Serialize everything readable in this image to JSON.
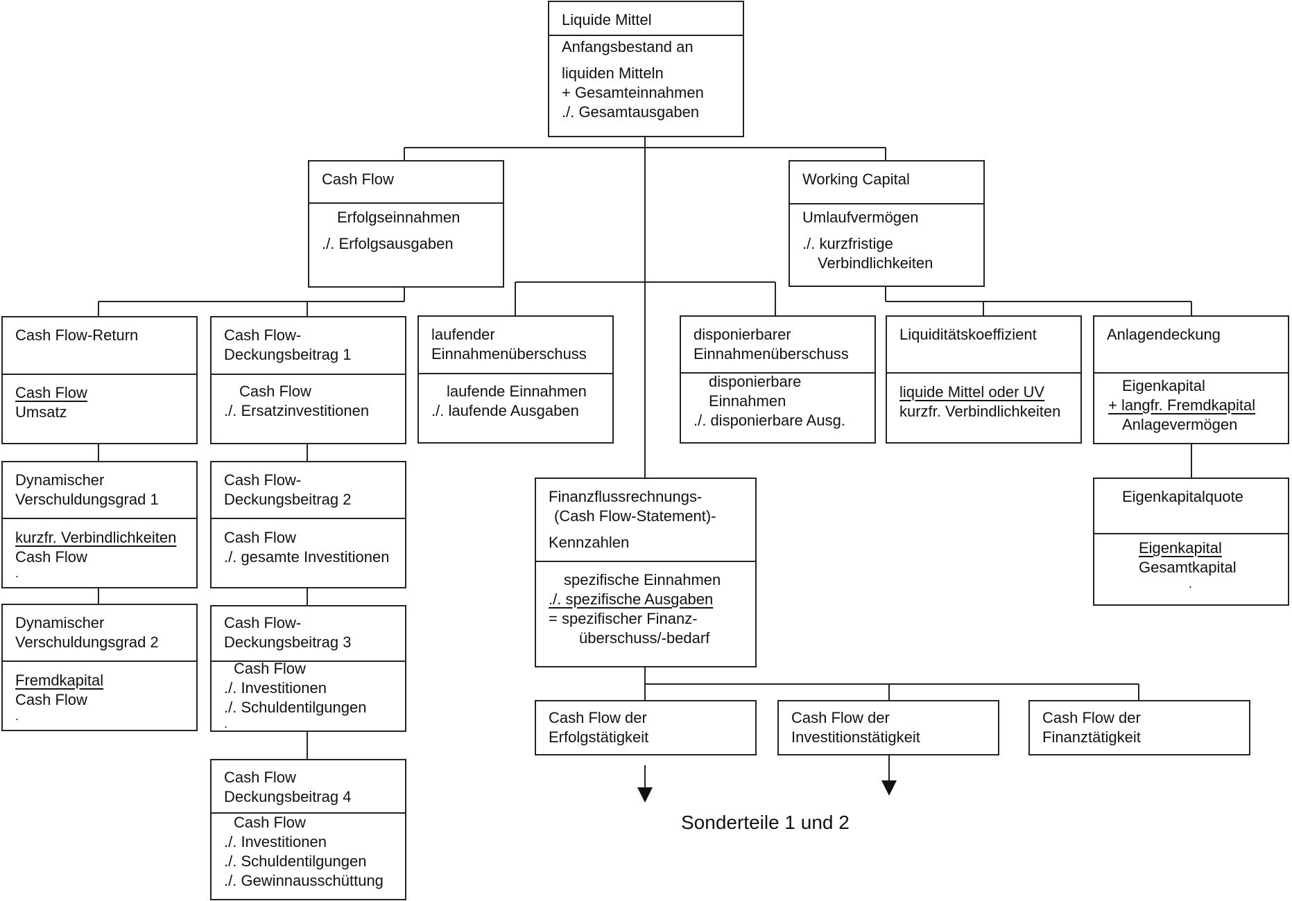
{
  "liquide_mittel": {
    "title": "Liquide Mittel",
    "lines": [
      "Anfangsbestand an",
      "liquiden Mitteln",
      "+ Gesamteinnahmen",
      "./. Gesamtausgaben"
    ]
  },
  "cash_flow": {
    "title": "Cash Flow",
    "lines": [
      "Erfolgseinnahmen",
      "./. Erfolgsausgaben"
    ]
  },
  "working_capital": {
    "title": "Working Capital",
    "lines": [
      "Umlaufvermögen",
      "./. kurzfristige",
      "Verbindlichkeiten"
    ]
  },
  "cash_flow_return": {
    "title": "Cash Flow-Return",
    "lines": [
      "Cash Flow",
      "Umsatz"
    ]
  },
  "deckungsbeitrag_1": {
    "title": [
      "Cash Flow-",
      "Deckungsbeitrag 1"
    ],
    "lines": [
      "Cash Flow",
      "./.  Ersatzinvestitionen"
    ]
  },
  "laufender_ueberschuss": {
    "title": [
      "laufender",
      "Einnahmenüberschuss"
    ],
    "lines": [
      "laufende Einnahmen",
      "./. laufende Ausgaben"
    ]
  },
  "disponierbarer_ueberschuss": {
    "title": [
      "disponierbarer",
      "Einnahmenüberschuss"
    ],
    "lines": [
      "disponierbare",
      "Einnahmen",
      "./. disponierbare Ausg."
    ]
  },
  "liquiditaetskoeffizient": {
    "title": "Liquiditätskoeffizient",
    "lines": [
      "liquide Mittel oder UV",
      "kurzfr. Verbindlichkeiten"
    ]
  },
  "anlagendeckung": {
    "title": "Anlagendeckung",
    "lines": [
      "Eigenkapital",
      "+ langfr. Fremdkapital",
      "Anlagevermögen"
    ]
  },
  "verschuldungsgrad_1": {
    "title": [
      "Dynamischer",
      "Verschuldungsgrad 1"
    ],
    "lines": [
      "kurzfr. Verbindlichkeiten",
      "Cash Flow",
      "."
    ]
  },
  "verschuldungsgrad_2": {
    "title": [
      "Dynamischer",
      "Verschuldungsgrad  2"
    ],
    "lines": [
      "Fremdkapital",
      "Cash Flow",
      "."
    ]
  },
  "deckungsbeitrag_2": {
    "title": [
      "Cash Flow-",
      "Deckungsbeitrag 2"
    ],
    "lines": [
      "Cash Flow",
      "./. gesamte Investitionen"
    ]
  },
  "deckungsbeitrag_3": {
    "title": [
      "Cash Flow-",
      "Deckungsbeitrag 3"
    ],
    "lines": [
      "Cash Flow",
      "./. Investitionen",
      "./. Schuldentilgungen",
      "."
    ]
  },
  "deckungsbeitrag_4": {
    "title": [
      "Cash Flow",
      "Deckungsbeitrag 4"
    ],
    "lines": [
      "Cash Flow",
      "./. Investitionen",
      "./. Schuldentilgungen",
      "./. Gewinnausschüttung"
    ]
  },
  "finanzfluss": {
    "title": [
      "Finanzflussrechnungs-",
      "(Cash Flow-Statement)-",
      "Kennzahlen"
    ],
    "lines": [
      "spezifische Einnahmen",
      "./.  spezifische Ausgaben",
      "= spezifischer Finanz-",
      "überschuss/-bedarf"
    ]
  },
  "eigenkapitalquote": {
    "title": "Eigenkapitalquote",
    "lines": [
      "Eigenkapital",
      "Gesamtkapital",
      "."
    ]
  },
  "cf_erfolg": {
    "title": [
      "Cash Flow der",
      "Erfolgstätigkeit"
    ]
  },
  "cf_invest": {
    "title": [
      "Cash Flow der",
      "Investitionstätigkeit"
    ]
  },
  "cf_finanz": {
    "title": [
      "Cash Flow der",
      "Finanztätigkeit"
    ]
  },
  "footer": {
    "label": "Sonderteile 1 und 2"
  }
}
